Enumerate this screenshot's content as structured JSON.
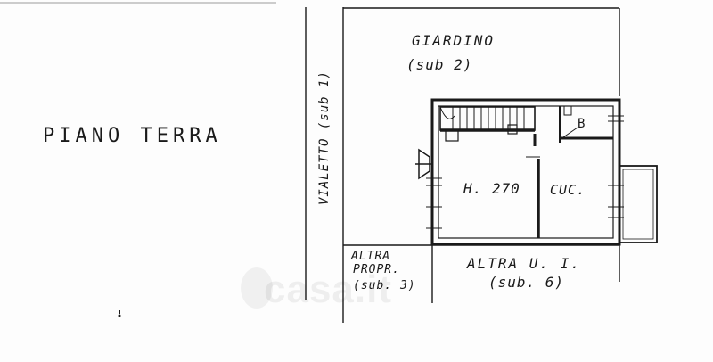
{
  "floor_plan": {
    "title": "PIANO TERRA",
    "garden": {
      "label": "GIARDINO",
      "sub": "(sub 2)"
    },
    "path": {
      "label": "VIALETTO (sub 1)"
    },
    "rooms": {
      "living": {
        "label": "H. 270"
      },
      "kitchen": {
        "label": "CUC."
      },
      "bathroom": {
        "label": "B"
      }
    },
    "neighbors": {
      "other_owner": {
        "line1": "ALTRA",
        "line2": "PROPR.",
        "sub": "(sub. 3)"
      },
      "other_unit": {
        "label": "ALTRA U. I.",
        "sub": "(sub. 6)"
      }
    }
  },
  "watermark": {
    "text": "casa.it"
  },
  "colors": {
    "ink": "#1a1a1a",
    "paper": "#fdfdfd"
  }
}
